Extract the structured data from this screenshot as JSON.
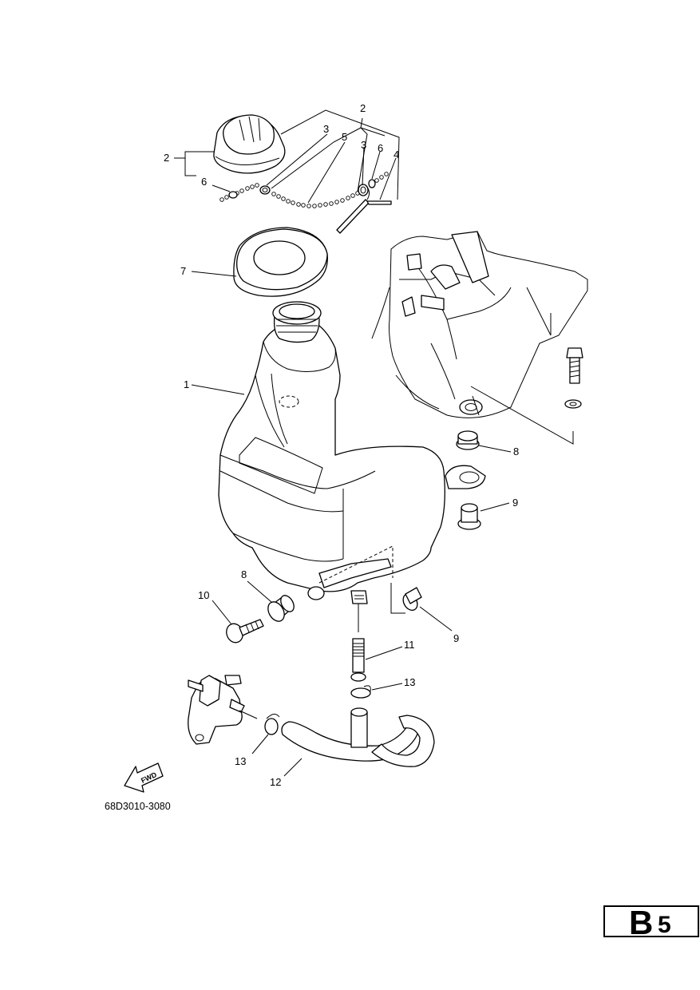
{
  "diagram": {
    "part_code": "68D3010-3080",
    "page_letter": "B",
    "page_number": "5",
    "fwd_label": "FWD",
    "callouts": [
      {
        "id": "c1",
        "text": "1"
      },
      {
        "id": "c2a",
        "text": "2"
      },
      {
        "id": "c2b",
        "text": "2"
      },
      {
        "id": "c3a",
        "text": "3"
      },
      {
        "id": "c3b",
        "text": "3"
      },
      {
        "id": "c4",
        "text": "4"
      },
      {
        "id": "c5",
        "text": "5"
      },
      {
        "id": "c6a",
        "text": "6"
      },
      {
        "id": "c6b",
        "text": "6"
      },
      {
        "id": "c7",
        "text": "7"
      },
      {
        "id": "c8a",
        "text": "8"
      },
      {
        "id": "c8b",
        "text": "8"
      },
      {
        "id": "c9a",
        "text": "9"
      },
      {
        "id": "c9b",
        "text": "9"
      },
      {
        "id": "c10",
        "text": "10"
      },
      {
        "id": "c11",
        "text": "11"
      },
      {
        "id": "c12",
        "text": "12"
      },
      {
        "id": "c13a",
        "text": "13"
      },
      {
        "id": "c13b",
        "text": "13"
      }
    ]
  }
}
